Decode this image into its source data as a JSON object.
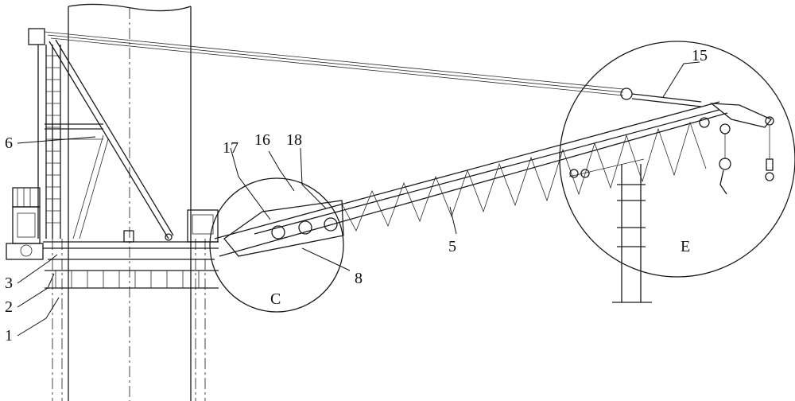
{
  "figure": {
    "labels": {
      "l1": "1",
      "l2": "2",
      "l3": "3",
      "l5": "5",
      "l6": "6",
      "l8": "8",
      "l15": "15",
      "l16": "16",
      "l17": "17",
      "l18": "18",
      "detail_c": "C",
      "detail_e": "E"
    }
  }
}
